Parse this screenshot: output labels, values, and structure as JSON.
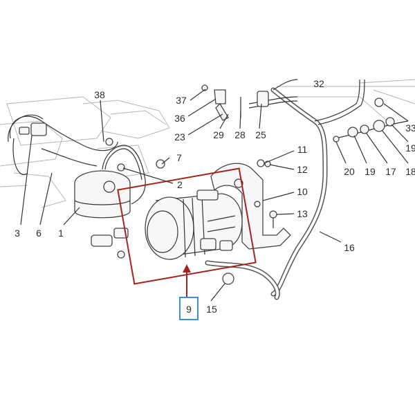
{
  "diagram": {
    "labels": [
      "38",
      "37",
      "36",
      "23",
      "29",
      "28",
      "25",
      "32",
      "33",
      "19",
      "20",
      "19",
      "17",
      "18",
      "11",
      "12",
      "10",
      "13",
      "16",
      "7",
      "2",
      "3",
      "6",
      "1",
      "15"
    ],
    "highlighted_part": "9",
    "highlight_box_color": "#a3241c",
    "callout_border_color": "#3b8ee8"
  }
}
